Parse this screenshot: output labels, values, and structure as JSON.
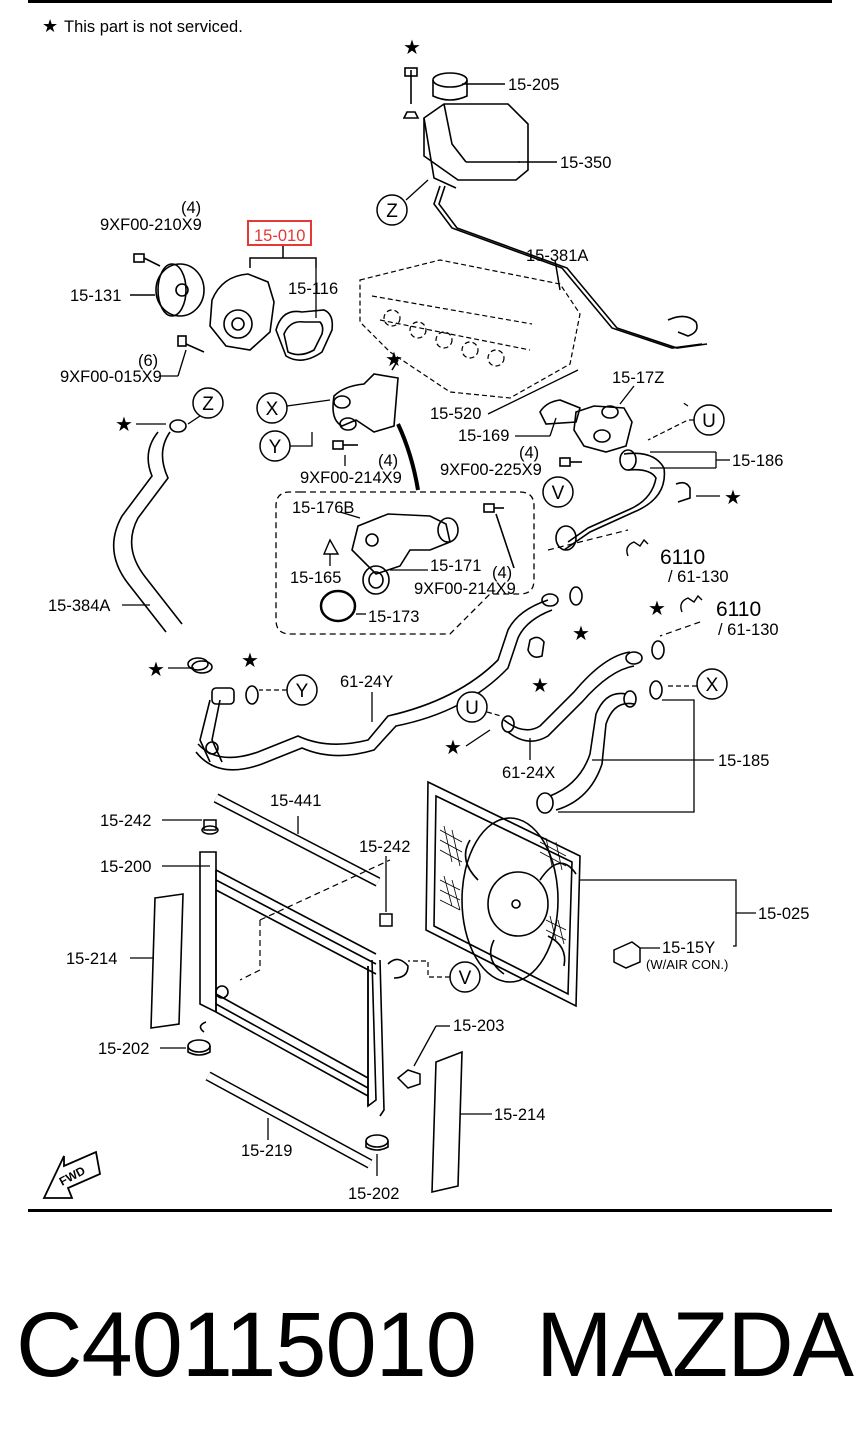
{
  "legend": {
    "star_symbol": "★",
    "note": "This part is not serviced."
  },
  "labels": {
    "p15_205": "15-205",
    "p15_350": "15-350",
    "p15_381A": "15-381A",
    "p15_010": "15-010",
    "p15_116": "15-116",
    "p15_131": "15-131",
    "b_9XF00_210X9": "9XF00-210X9",
    "q4a": "(4)",
    "b_9XF00_015X9": "9XF00-015X9",
    "q6": "(6)",
    "p15_17Z": "15-17Z",
    "p15_520": "15-520",
    "p15_169": "15-169",
    "b_9XF00_225X9": "9XF00-225X9",
    "q4b": "(4)",
    "p15_186": "15-186",
    "b_9XF00_214X9_a": "9XF00-214X9",
    "q4c": "(4)",
    "p15_176B": "15-176B",
    "p15_165": "15-165",
    "p15_171": "15-171",
    "b_9XF00_214X9_b": "9XF00-214X9",
    "q4d": "(4)",
    "p15_173": "15-173",
    "p15_384A": "15-384A",
    "ref6110_a": "6110",
    "ref61_130_a": "/ 61-130",
    "ref6110_b": "6110",
    "ref61_130_b": "/ 61-130",
    "p61_24Y": "61-24Y",
    "p61_24X": "61-24X",
    "p15_185": "15-185",
    "p15_242_a": "15-242",
    "p15_441": "15-441",
    "p15_200": "15-200",
    "p15_242_b": "15-242",
    "p15_025": "15-025",
    "p15_214_a": "15-214",
    "p15_15Y": "15-15Y",
    "wair": "(W/AIR CON.)",
    "p15_202_a": "15-202",
    "p15_203": "15-203",
    "p15_214_b": "15-214",
    "p15_219": "15-219",
    "p15_202_b": "15-202",
    "fwd": "FWD"
  },
  "callouts": {
    "z": "Z",
    "x": "X",
    "y": "Y",
    "u": "U",
    "v": "V"
  },
  "highlight": {
    "part": "15-010",
    "color": "#e53935"
  },
  "footer": {
    "part_number": "C40115010",
    "brand": "MAZDA"
  }
}
